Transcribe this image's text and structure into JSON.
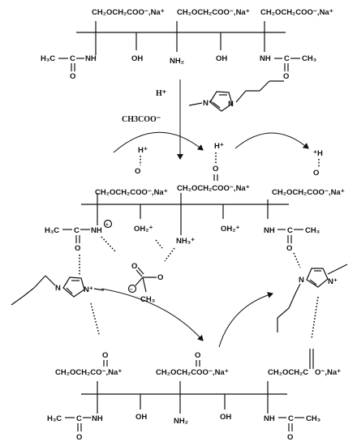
{
  "labels": {
    "ch2_na": "CH₂OCH₂COO⁻,Na⁺",
    "ch2_na_b": "CH₂OCH₂CO⁻,Na⁺",
    "ch2_carbonyl": "CH₂OCH₂C",
    "ch2_carbonyl_ion": "O⁻,Na⁺",
    "h3c": "H₃C",
    "c": "C",
    "ch3": "CH₃",
    "nh": "NH",
    "hn": "NH",
    "oh": "OH",
    "nh2": "NH₂",
    "o": "O",
    "oh2_plus": "OH₂⁺",
    "nh3_plus": "NH₃⁺",
    "h_plus": "H⁺",
    "plus_h": "⁺H",
    "plus_n": "N⁺",
    "n": "N",
    "plus_circle": "+",
    "minus_circle": "−",
    "o_minus": "O⁻",
    "cation_n_plus": "N⁺"
  },
  "reagents": {
    "acid": "H⁺",
    "acetate": "CH3COO⁻"
  }
}
